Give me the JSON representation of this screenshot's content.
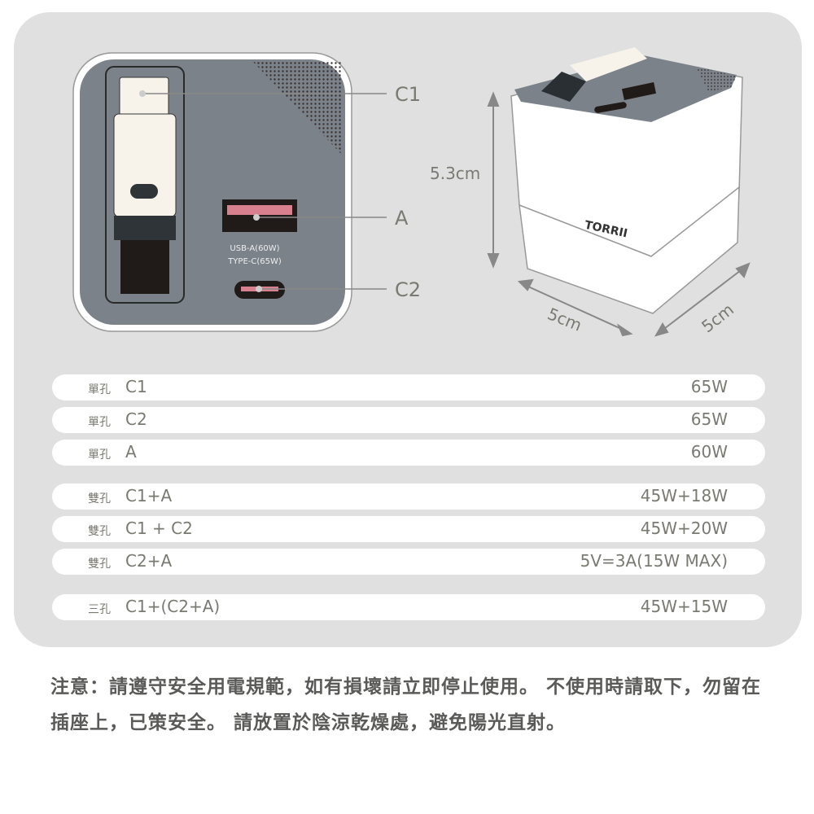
{
  "diagram": {
    "port_labels": {
      "c1": "C1",
      "a": "A",
      "c2": "C2"
    },
    "device_text": {
      "line1": "USB-A(60W)",
      "line2": "TYPE-C(65W)"
    },
    "brand": "TORRII",
    "dimensions": {
      "height": "5.3cm",
      "width": "5cm",
      "depth": "5cm"
    }
  },
  "specs": [
    {
      "kind": "單孔",
      "combo": "C1",
      "value": "65W"
    },
    {
      "kind": "單孔",
      "combo": "C2",
      "value": "65W"
    },
    {
      "kind": "單孔",
      "combo": "A",
      "value": "60W"
    },
    {
      "kind": "雙孔",
      "combo": "C1+A",
      "value": "45W+18W"
    },
    {
      "kind": "雙孔",
      "combo": "C1 + C2",
      "value": "45W+20W"
    },
    {
      "kind": "雙孔",
      "combo": "C2+A",
      "value": "5V=3A(15W MAX)"
    },
    {
      "kind": "三孔",
      "combo": "C1+(C2+A)",
      "value": "45W+15W"
    }
  ],
  "note": "注意：請遵守安全用電規範，如有損壞請立即停止使用。 不使用時請取下，勿留在插座上，已策安全。 請放置於陰涼乾燥處，避免陽光直射。",
  "colors": {
    "panel": "#e0e0e0",
    "device_top": "#7b828a",
    "text": "#7a7a72"
  }
}
